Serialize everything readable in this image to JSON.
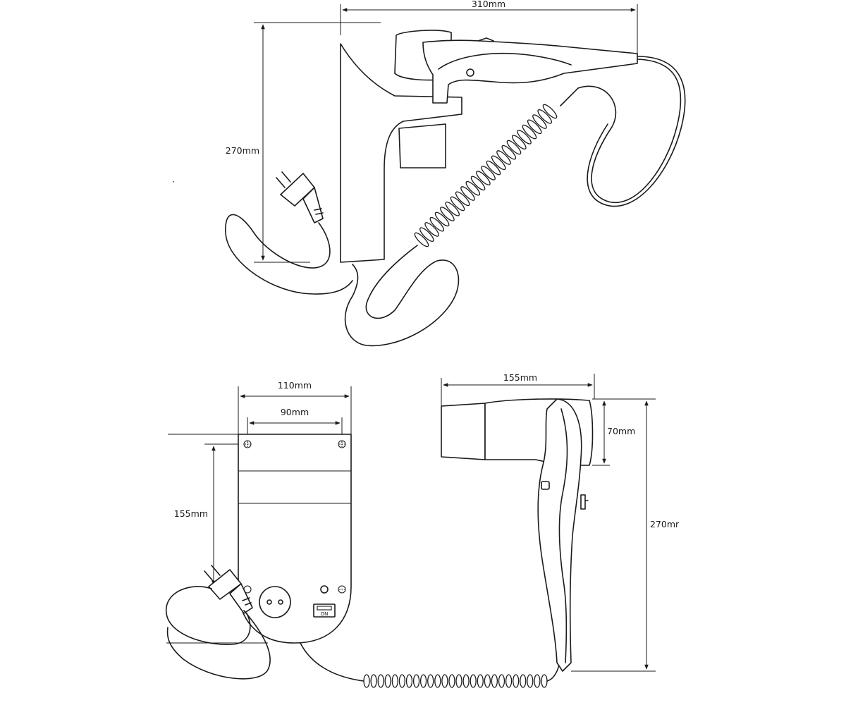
{
  "dimensions": {
    "top_width": "310mm",
    "top_height": "270mm",
    "plate_width": "110mm",
    "hole_spacing": "90mm",
    "plate_height": "155mm",
    "dryer_width": "155mm",
    "nozzle_height": "70mm",
    "dryer_height": "270mr"
  },
  "switch": {
    "label": "ON"
  },
  "colors": {
    "line": "#1a1a1a",
    "background": "#ffffff"
  }
}
